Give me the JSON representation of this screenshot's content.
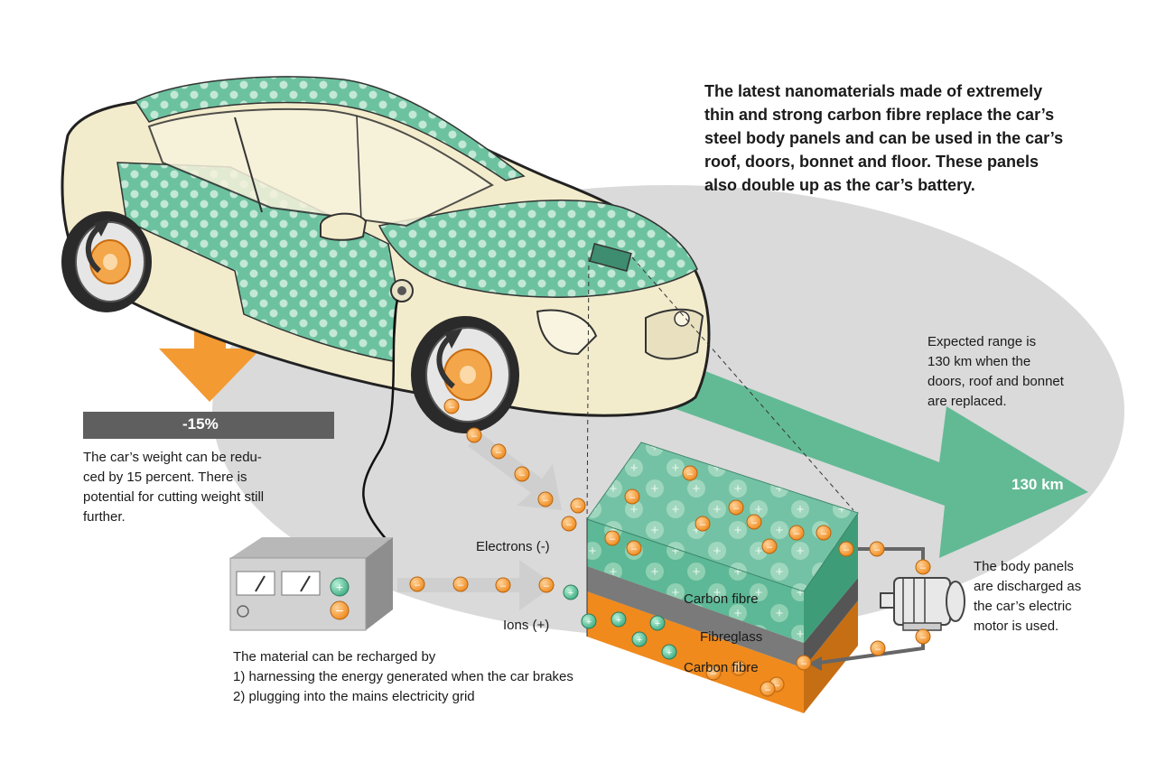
{
  "headline": {
    "lines": [
      "The latest nanomaterials made of extremely",
      "thin and strong carbon fibre replace the car’s",
      "steel body panels and can be used in the car’s",
      "roof, doors, bonnet and floor. These panels",
      "also double up as the car’s battery."
    ]
  },
  "weight": {
    "badge": "-15%",
    "lines": [
      "The car’s weight can be redu-",
      "ced by 15 percent. There is",
      "potential for cutting weight still",
      "further."
    ]
  },
  "range": {
    "badge": "130 km",
    "lines": [
      "Expected range is",
      "130 km when the",
      "doors, roof and bonnet",
      "are replaced."
    ]
  },
  "discharge": {
    "lines": [
      "The body panels",
      "are discharged as",
      "the car’s electric",
      "motor is used."
    ]
  },
  "recharge": {
    "lines": [
      "The material can be recharged by",
      "1) harnessing the energy generated when the car brakes",
      "2) plugging into the mains electricity grid"
    ]
  },
  "labels": {
    "electrons": "Electrons (-)",
    "ions": "Ions (+)",
    "carbon_top": "Carbon fibre",
    "fibreglass": "Fibreglass",
    "carbon_bottom": "Carbon fibre"
  },
  "colors": {
    "green": "#5cb896",
    "green_light": "#b5e0cc",
    "orange": "#f08a1c",
    "grey_bar": "#5f5f5f",
    "car_body": "#f3eccc"
  },
  "icons": [
    "rotation-arrow-icon",
    "down-arrow-icon",
    "range-arrow-icon",
    "electric-motor-icon",
    "charger-icon",
    "battery-layers-icon"
  ]
}
